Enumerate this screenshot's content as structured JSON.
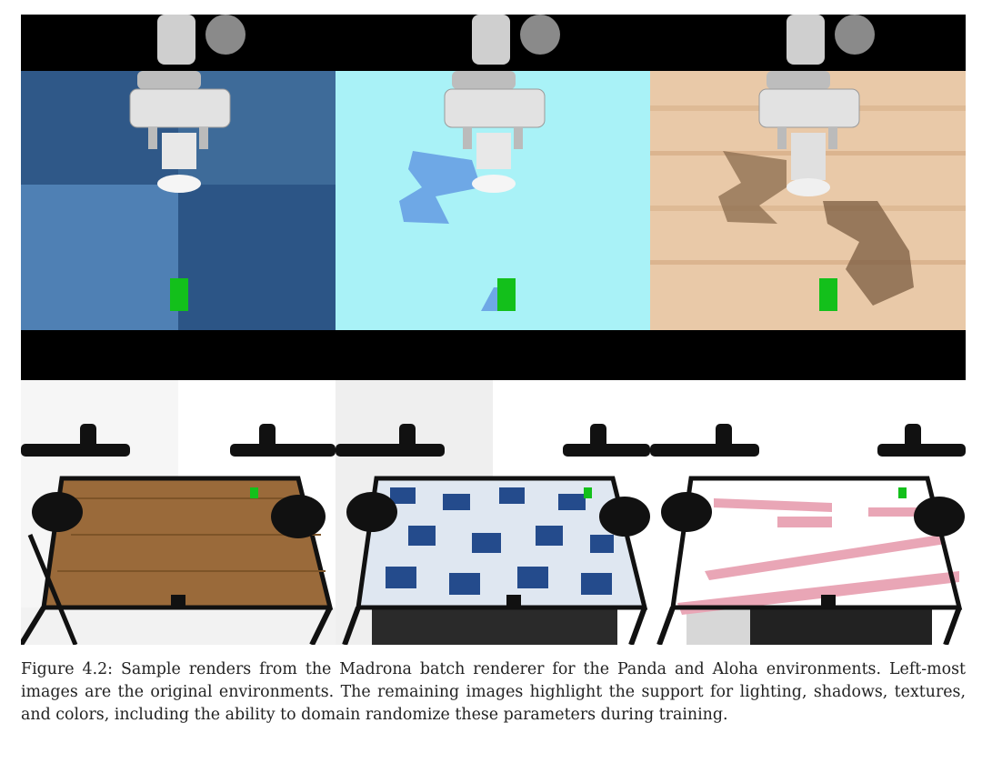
{
  "figure": {
    "label": "Figure 4.2:",
    "caption": "Sample renders from the Madrona batch renderer for the Panda and Aloha environments. Left-most images are the original environments. The remaining images highlight the support for lighting, shadows, textures, and colors, including the ability to domain randomize these parameters during training.",
    "panda_renders": [
      {
        "name": "original",
        "background": "#3d6a98"
      },
      {
        "name": "lighting-shadows",
        "background": "#a9f2f7"
      },
      {
        "name": "texture",
        "background": "#e8c9aa"
      }
    ],
    "aloha_renders": [
      {
        "name": "original",
        "table": "#8a5a2c"
      },
      {
        "name": "texture",
        "table": "#2f4f8f"
      },
      {
        "name": "colors",
        "table": "#e9a6b6"
      }
    ],
    "colors": {
      "cube": "#13c01b",
      "robot_arm": "#d7d7d7",
      "aloha_arm": "#111111"
    }
  }
}
